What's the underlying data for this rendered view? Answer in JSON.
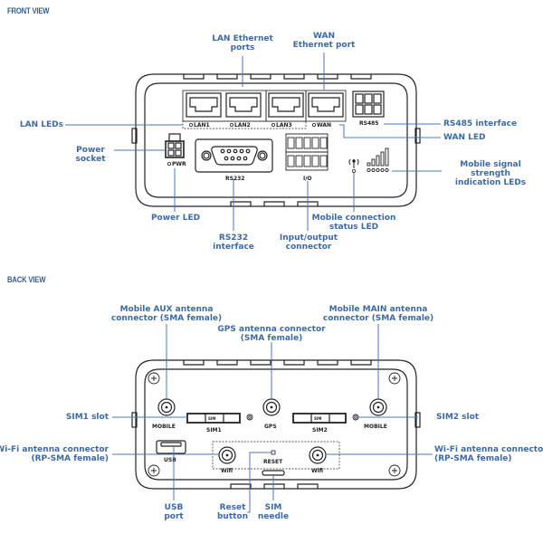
{
  "front_view": {
    "title": "FRONT VIEW",
    "labels": {
      "lan_ports": [
        "LAN Ethernet",
        "ports"
      ],
      "wan_port": [
        "WAN",
        "Ethernet port"
      ],
      "lan_leds": "LAN LEDs",
      "rs485": "RS485 interface",
      "wan_led": "WAN LED",
      "power_socket": [
        "Power",
        "socket"
      ],
      "signal_leds": [
        "Mobile signal",
        "strength",
        "indication LEDs"
      ],
      "power_led": "Power LED",
      "rs232": [
        "RS232",
        "interface"
      ],
      "io": [
        "Input/output",
        "connector"
      ],
      "mobile_status": [
        "Mobile connection",
        "status LED"
      ]
    },
    "device_text": {
      "lan1": "LAN1",
      "lan2": "LAN2",
      "lan3": "LAN3",
      "wan": "WAN",
      "rs485": "RS485",
      "pwr": "PWR",
      "rs232": "RS232",
      "io": "I/O"
    }
  },
  "back_view": {
    "title": "BACK VIEW",
    "labels": {
      "mobile_aux": [
        "Mobile AUX antenna",
        "connector (SMA female)"
      ],
      "gps": [
        "GPS antenna connector",
        "(SMA female)"
      ],
      "mobile_main": [
        "Mobile MAIN antenna",
        "connector (SMA female)"
      ],
      "sim1": "SIM1 slot",
      "sim2": "SIM2 slot",
      "wifi_left": [
        "Wi-Fi antenna connector",
        "(RP-SMA female)"
      ],
      "wifi_right": [
        "Wi-Fi antenna connector",
        "(RP-SMA female)"
      ],
      "usb": [
        "USB",
        "port"
      ],
      "reset": [
        "Reset",
        "button"
      ],
      "sim_needle": [
        "SIM",
        "needle"
      ]
    },
    "device_text": {
      "mobile_left": "MOBILE",
      "mobile_right": "MOBILE",
      "gps": "GPS",
      "sim1": "SIM1",
      "sim2": "SIM2",
      "sim": "SIM",
      "usb": "USB",
      "wifi_left": "Wifi",
      "wifi_right": "Wifi",
      "reset": "RESET"
    }
  },
  "colors": {
    "label": "#3c6aa6",
    "title": "#2f5f95",
    "line": "#4a78b0",
    "device": "#222222"
  }
}
